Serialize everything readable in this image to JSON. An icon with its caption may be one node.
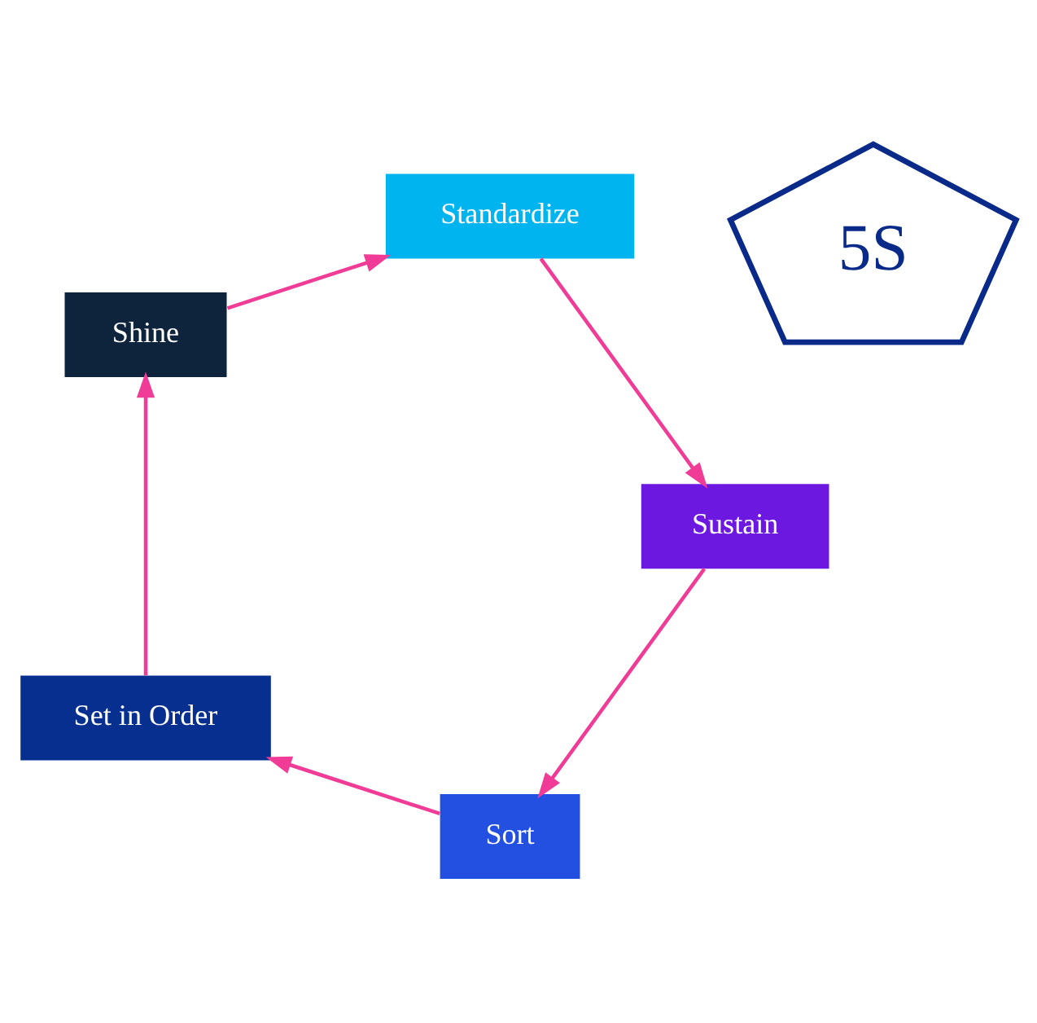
{
  "diagram": {
    "nodes": [
      {
        "text": [
          "5S"
        ]
      },
      {
        "text": [
          "Sort"
        ]
      },
      {
        "text": [
          "Set in Order"
        ]
      },
      {
        "text": [
          "Shine"
        ]
      },
      {
        "text": [
          "Standardize"
        ]
      },
      {
        "text": [
          "Sustain"
        ]
      }
    ],
    "edges": [
      {
        "from": 1,
        "to": 2,
        "arrow": "to"
      },
      {
        "from": 2,
        "to": 3,
        "arrow": "to"
      },
      {
        "from": 3,
        "to": 4,
        "arrow": "to"
      },
      {
        "from": 4,
        "to": 5,
        "arrow": "to"
      },
      {
        "from": 5,
        "to": 1,
        "arrow": "to"
      }
    ]
  }
}
